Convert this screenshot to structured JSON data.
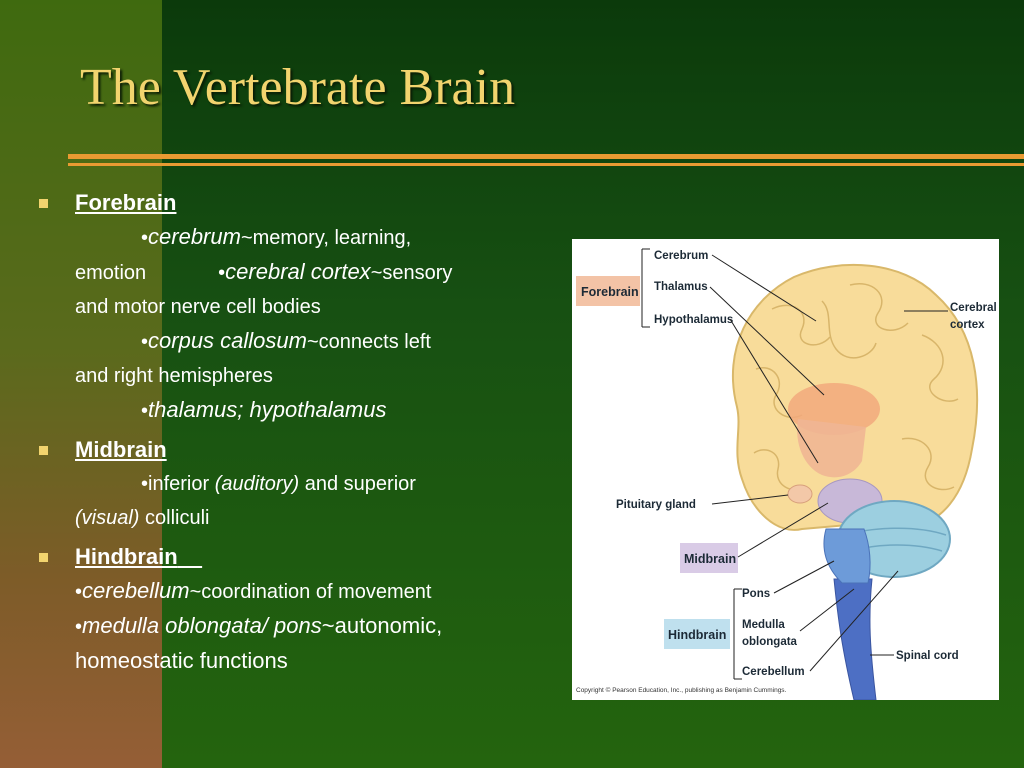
{
  "slide": {
    "title": "The Vertebrate Brain",
    "colors": {
      "title": "#f2d46e",
      "rule": "#e99a32",
      "bullet": "#f2d46e",
      "text": "#ffffff"
    },
    "sections": [
      {
        "heading": "Forebrain",
        "lines": {
          "cerebrum": "cerebrum",
          "cerebrum_desc_a": "~memory, learning,",
          "cerebrum_desc_b": "emotion",
          "cortex": "cerebral cortex",
          "cortex_desc_a": "~sensory",
          "cortex_desc_b": "and motor nerve cell bodies",
          "callosum": "corpus callosum",
          "callosum_desc_a": "~connects left",
          "callosum_desc_b": "and right hemispheres",
          "thalamus": "thalamus; hypothalamus"
        }
      },
      {
        "heading": "Midbrain",
        "lines": {
          "a": "inferior ",
          "b": "(auditory)",
          "c": " and superior",
          "d": "(visual)",
          "e": " colliculi"
        }
      },
      {
        "heading": "Hindbrain",
        "lines": {
          "cerebellum": "cerebellum",
          "cerebellum_desc": "~coordination of movement",
          "medulla": "medulla oblongata/ pons",
          "medulla_desc_a": "~autonomic,",
          "medulla_desc_b": "homeostatic functions"
        }
      }
    ],
    "figure": {
      "labels": {
        "forebrain": "Forebrain",
        "midbrain": "Midbrain",
        "hindbrain": "Hindbrain",
        "cerebrum": "Cerebrum",
        "thalamus": "Thalamus",
        "hypothalamus": "Hypothalamus",
        "cerebral_cortex_1": "Cerebral",
        "cerebral_cortex_2": "cortex",
        "pituitary": "Pituitary gland",
        "pons": "Pons",
        "medulla_1": "Medulla",
        "medulla_2": "oblongata",
        "cerebellum": "Cerebellum",
        "spinal_cord": "Spinal cord"
      },
      "copyright": "Copyright © Pearson Education, Inc., publishing as Benjamin Cummings.",
      "colors": {
        "forebrain_box": "#f3c3a6",
        "midbrain_box": "#d9cbe6",
        "hindbrain_box": "#bfe0ee"
      }
    }
  }
}
